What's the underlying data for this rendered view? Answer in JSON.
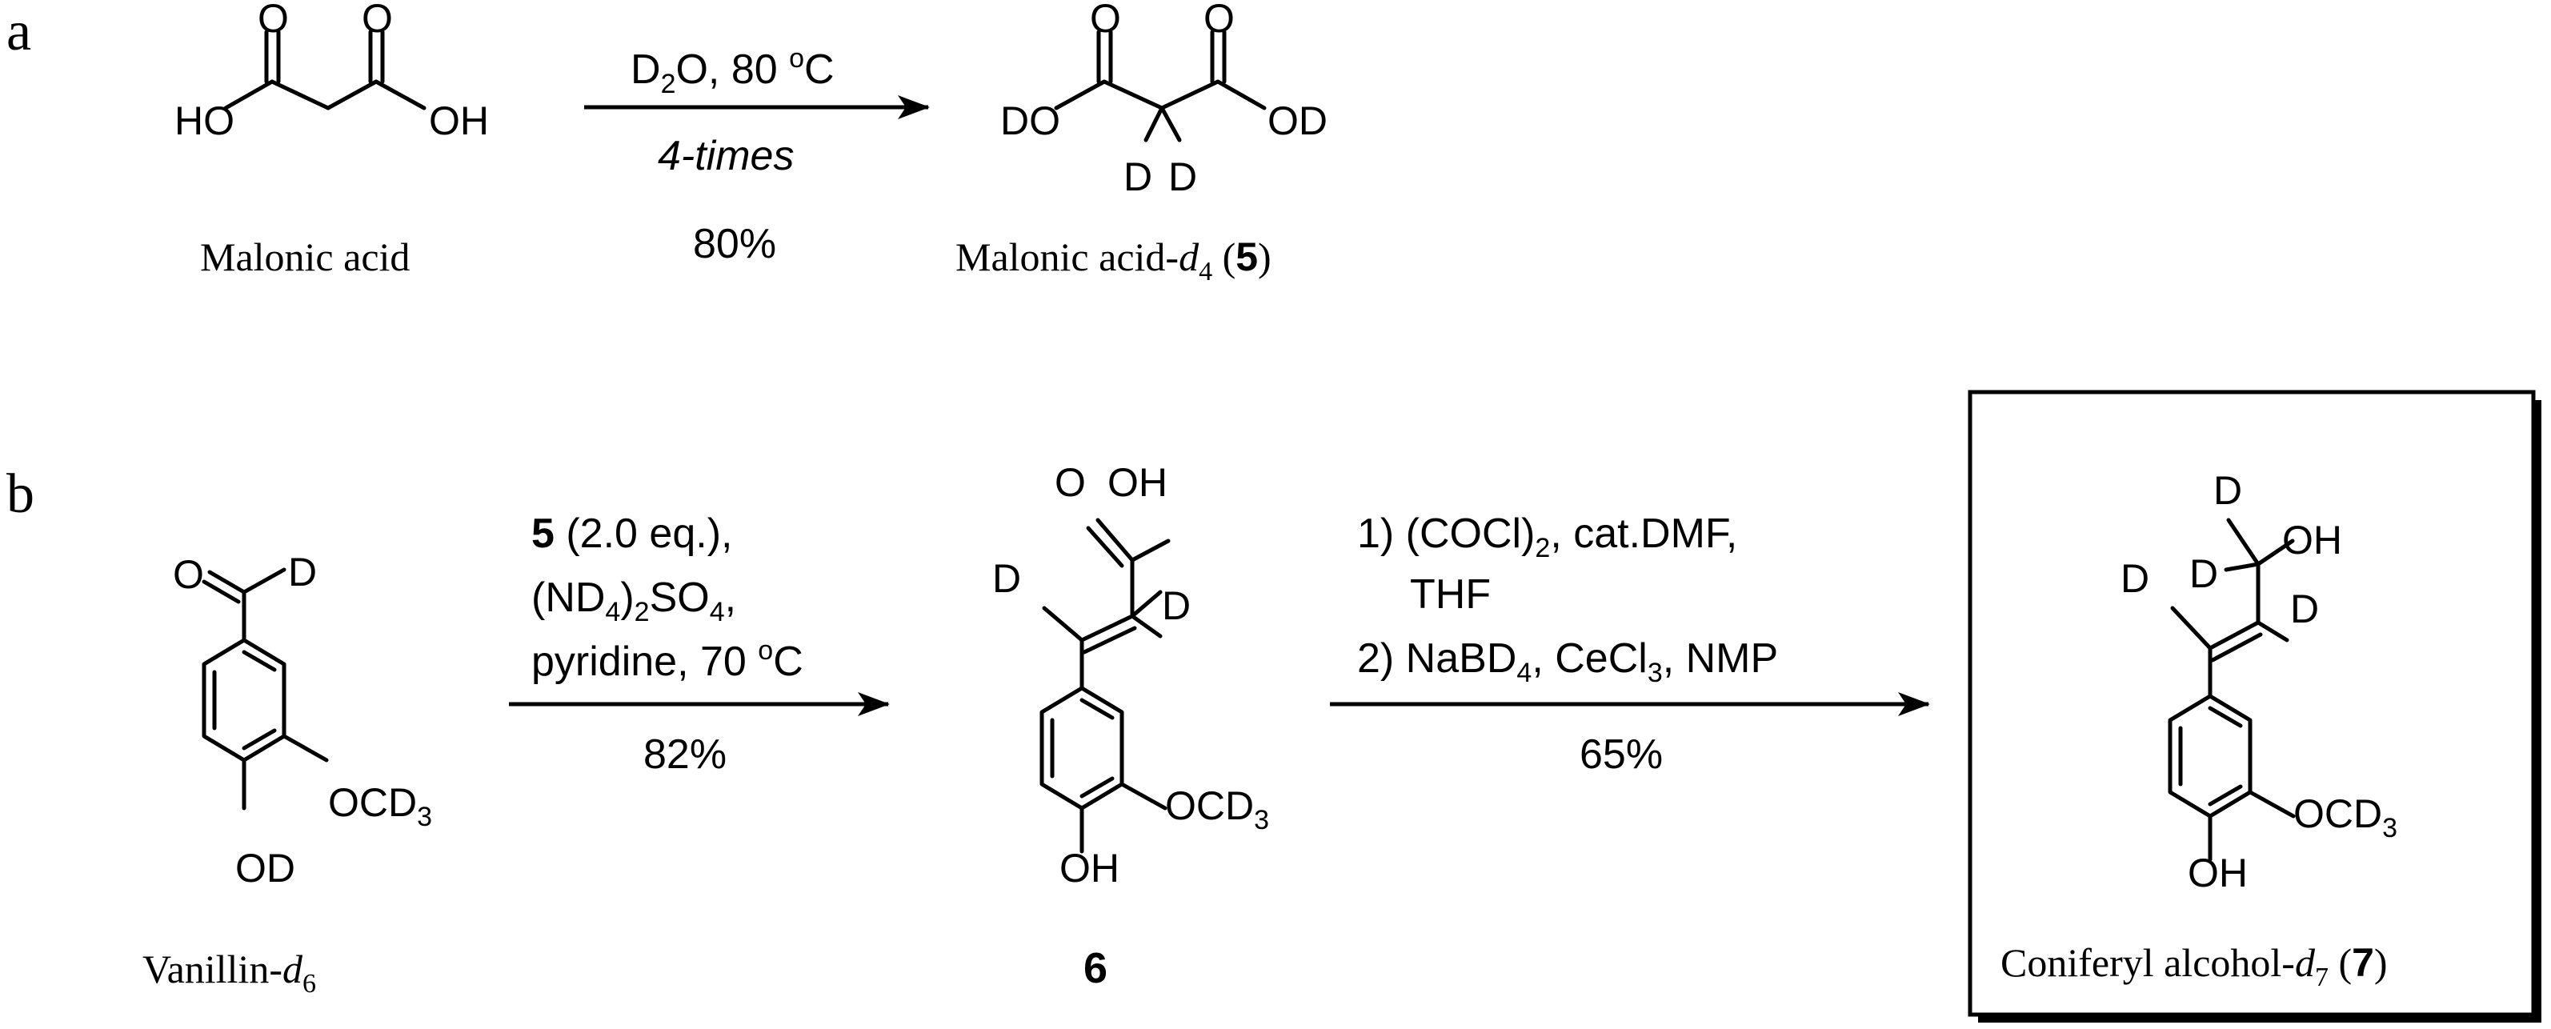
{
  "panel_a": {
    "label": "a",
    "reactant": {
      "name": "Malonic acid",
      "atoms": {
        "o1": "O",
        "o2": "O",
        "ho": "HO",
        "oh": "OH"
      }
    },
    "conditions": {
      "reagent_main": "D",
      "reagent_sub": "2",
      "reagent_rest": "O, 80 ",
      "temp_sup": "o",
      "temp_unit": "C",
      "repeat": "4-times",
      "yield": "80%"
    },
    "product": {
      "name_main": "Malonic acid-",
      "name_italic": "d",
      "name_sub": "4",
      "name_open": " (",
      "name_num": "5",
      "name_close": ")",
      "atoms": {
        "o1": "O",
        "o2": "O",
        "do": "DO",
        "od": "OD",
        "d1": "D",
        "d2": "D"
      }
    }
  },
  "panel_b": {
    "label": "b",
    "vanillin": {
      "name_main": "Vanillin-",
      "name_italic": "d",
      "name_sub": "6",
      "atoms": {
        "o": "O",
        "d": "D",
        "ocd": "OCD",
        "cd_sub": "3",
        "od": "OD"
      }
    },
    "step1": {
      "line1_num": "5",
      "line1_rest": " (2.0 eq.),",
      "line2_a": "(ND",
      "line2_sub1": "4",
      "line2_b": ")",
      "line2_sub2": "2",
      "line2_c": "SO",
      "line2_sub3": "4",
      "line2_d": ",",
      "line3_a": "pyridine, 70 ",
      "line3_sup": "o",
      "line3_b": "C",
      "yield": "82%"
    },
    "compound6": {
      "number": "6",
      "atoms": {
        "o": "O",
        "oh": "OH",
        "d1": "D",
        "d2": "D",
        "ocd": "OCD",
        "cd_sub": "3",
        "oh2": "OH"
      }
    },
    "step2": {
      "line1_a": "1) (COCl)",
      "line1_sub": "2",
      "line1_b": ", cat.DMF,",
      "line2": "THF",
      "line3_a": "2) NaBD",
      "line3_sub1": "4",
      "line3_b": ", CeCl",
      "line3_sub2": "3",
      "line3_c": ", NMP",
      "yield": "65%"
    },
    "product7": {
      "name_main": "Coniferyl alcohol-",
      "name_italic": "d",
      "name_sub": "7",
      "name_open": " (",
      "name_num": "7",
      "name_close": ")",
      "atoms": {
        "d1": "D",
        "oh": "OH",
        "d2": "D",
        "d3": "D",
        "d4": "D",
        "ocd": "OCD",
        "cd_sub": "3",
        "oh2": "OH"
      }
    }
  }
}
